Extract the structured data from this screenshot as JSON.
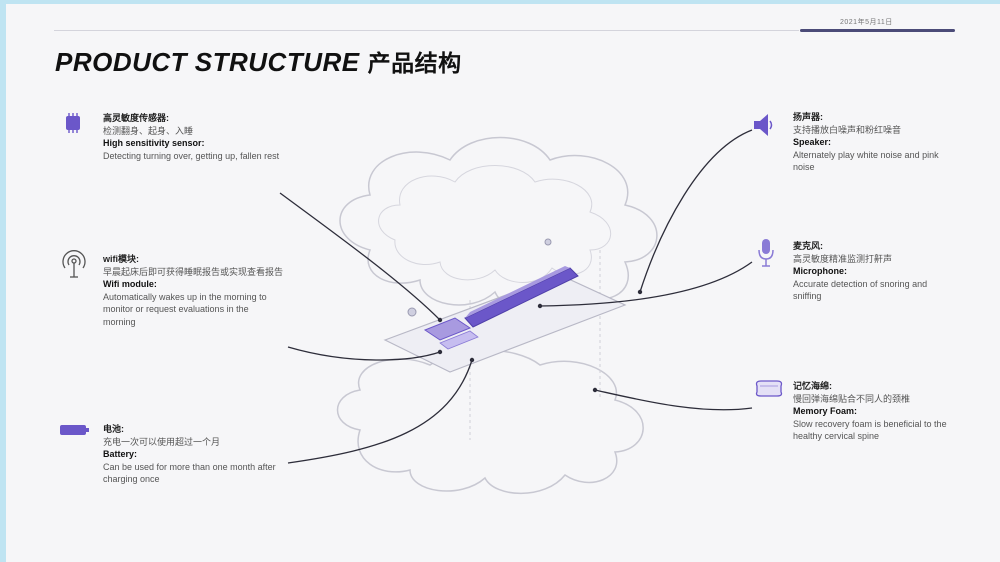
{
  "header": {
    "page_tag": "2021年5月11日",
    "title_en": "PRODUCT STRUCTURE",
    "title_cn": "产品结构"
  },
  "callouts": {
    "sensor": {
      "title_cn": "高灵敏度传感器:",
      "desc_cn": "检测翻身、起身、入睡",
      "title_en": "High sensitivity sensor:",
      "desc_en": "Detecting turning over, getting up, fallen rest"
    },
    "wifi": {
      "title_cn": "wifi模块:",
      "desc_cn": "早晨起床后即可获得睡眠报告或实现查看报告",
      "title_en": "Wifi module:",
      "desc_en": "Automatically wakes up in the morning to monitor or request evaluations in the morning"
    },
    "battery": {
      "title_cn": "电池:",
      "desc_cn": "充电一次可以使用超过一个月",
      "title_en": "Battery:",
      "desc_en": "Can be used for more than one month after charging once"
    },
    "speaker": {
      "title_cn": "扬声器:",
      "desc_cn": "支持播放白噪声和粉红噪音",
      "title_en": "Speaker:",
      "desc_en": "Alternately play white noise and pink noise"
    },
    "microphone": {
      "title_cn": "麦克风:",
      "desc_cn": "高灵敏度精准监测打鼾声",
      "title_en": "Microphone:",
      "desc_en": "Accurate detection of snoring and sniffing"
    },
    "foam": {
      "title_cn": "记忆海绵:",
      "desc_cn": "慢回弹海绵贴合不同人的颈椎",
      "title_en": "Memory Foam:",
      "desc_en": "Slow recovery foam is beneficial to the healthy cervical spine"
    }
  },
  "colors": {
    "accent": "#6b57c9",
    "accent_light": "#a89ae0",
    "line": "#2d2d3a",
    "outline": "#c8c8d2"
  },
  "icons": [
    "chip-icon",
    "wifi-icon",
    "battery-icon",
    "speaker-icon",
    "microphone-icon",
    "foam-icon"
  ]
}
